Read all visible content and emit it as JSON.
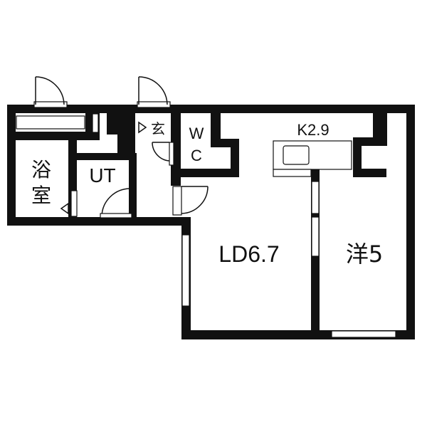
{
  "colors": {
    "wall": "#111111",
    "background": "#ffffff"
  },
  "rooms": {
    "bath": {
      "line1": "浴",
      "line2": "室"
    },
    "utility": "UT",
    "entrance": "玄",
    "wc_w": "W",
    "wc_c": "C",
    "kitchen": "K2.9",
    "living": "LD6.7",
    "western": "洋5"
  },
  "icons": [
    "door-swing-icon",
    "entrance-arrow-icon",
    "sink-icon"
  ]
}
